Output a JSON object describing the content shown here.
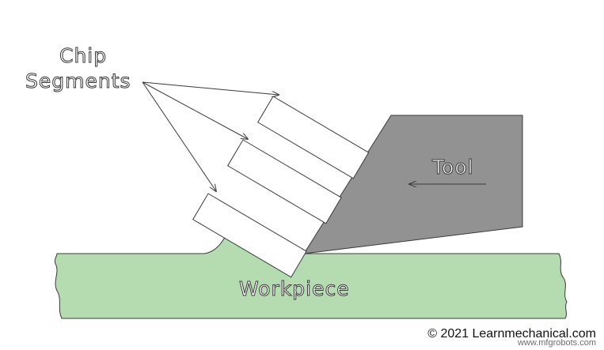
{
  "labels": {
    "chip_line1": "Chip",
    "chip_line2": "Segments",
    "tool": "Tool",
    "workpiece": "Workpiece"
  },
  "footer": {
    "copyright": "© 2021 Learnmechanical.com",
    "watermark": "www.mfgrobots.com"
  },
  "colors": {
    "workpiece_fill": "#b5dcb0",
    "tool_fill": "#929292",
    "chip_fill": "#ffffff",
    "outline": "#3a3a3a"
  }
}
